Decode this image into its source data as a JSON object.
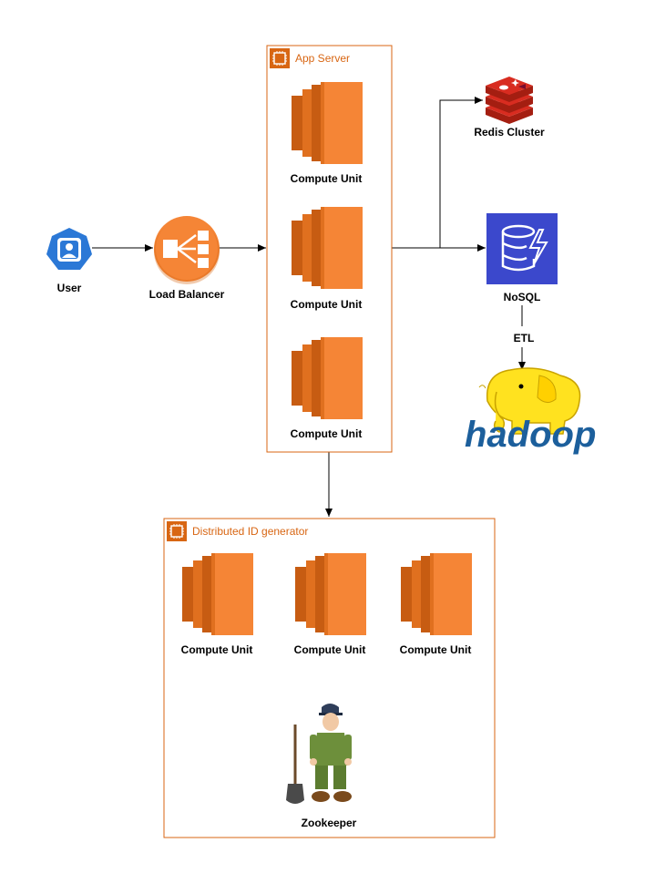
{
  "colors": {
    "aws_orange": "#f58536",
    "aws_orange_dark": "#d86613",
    "group_border": "#d86613",
    "redis_red": "#d82c20",
    "dynamo_blue": "#3b48cc",
    "user_blue": "#2b78d6",
    "hadoop_yellow": "#ffe21f",
    "hadoop_blue": "#1c5f9c",
    "arrow": "#000000"
  },
  "nodes": {
    "user": {
      "label": "User",
      "icon": "user-icon"
    },
    "load_balancer": {
      "label": "Load Balancer",
      "icon": "load-balancer-icon"
    },
    "app_server": {
      "title": "App Server",
      "units": [
        {
          "label": "Compute Unit",
          "icon": "compute-icon"
        },
        {
          "label": "Compute Unit",
          "icon": "compute-icon"
        },
        {
          "label": "Compute Unit",
          "icon": "compute-icon"
        }
      ]
    },
    "redis": {
      "label": "Redis Cluster",
      "icon": "redis-icon"
    },
    "nosql": {
      "label": "NoSQL",
      "icon": "dynamodb-icon"
    },
    "hadoop": {
      "logo_text": "hadoop",
      "icon": "hadoop-elephant-icon"
    },
    "id_generator": {
      "title": "Distributed ID generator",
      "units": [
        {
          "label": "Compute Unit",
          "icon": "compute-icon"
        },
        {
          "label": "Compute Unit",
          "icon": "compute-icon"
        },
        {
          "label": "Compute Unit",
          "icon": "compute-icon"
        }
      ],
      "zookeeper": {
        "label": "Zookeeper",
        "icon": "zookeeper-icon"
      }
    }
  },
  "edges": [
    {
      "from": "user",
      "to": "load_balancer",
      "label": ""
    },
    {
      "from": "load_balancer",
      "to": "app_server",
      "label": ""
    },
    {
      "from": "app_server",
      "to": "redis",
      "label": ""
    },
    {
      "from": "app_server",
      "to": "nosql",
      "label": ""
    },
    {
      "from": "nosql",
      "to": "hadoop",
      "label": "ETL"
    },
    {
      "from": "app_server",
      "to": "id_generator",
      "label": ""
    }
  ]
}
